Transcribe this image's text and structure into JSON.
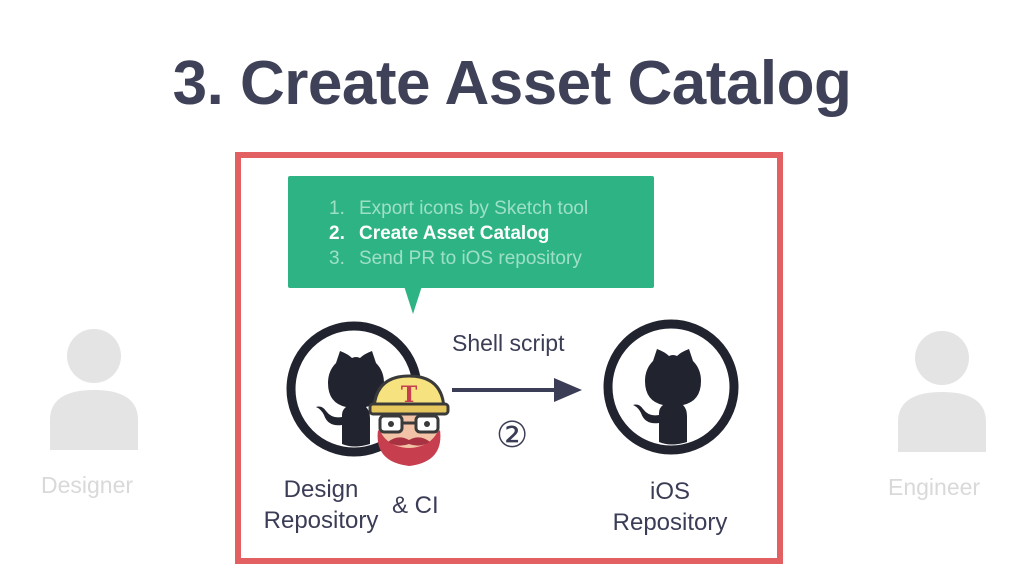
{
  "slide": {
    "title": "3. Create Asset Catalog"
  },
  "callout": {
    "color": "#2eb484",
    "steps": [
      {
        "num": "1.",
        "text": "Export icons by Sketch tool",
        "state": "dim"
      },
      {
        "num": "2.",
        "text": "Create Asset Catalog",
        "state": "active"
      },
      {
        "num": "3.",
        "text": "Send PR to iOS repository",
        "state": "dim"
      }
    ]
  },
  "diagram": {
    "frame_color": "#e26061",
    "source": {
      "icon": "github-octocat-icon",
      "line1": "Design",
      "line2": "Repository",
      "suffix": "& CI",
      "ci_icon": "travis-ci-mascot-icon"
    },
    "arrow_label": "Shell script",
    "step_marker": "②",
    "target": {
      "icon": "github-octocat-icon",
      "line1": "iOS",
      "line2": "Repository"
    }
  },
  "roles": {
    "left": {
      "label": "Designer",
      "icon": "person-icon"
    },
    "right": {
      "label": "Engineer",
      "icon": "person-icon"
    }
  }
}
